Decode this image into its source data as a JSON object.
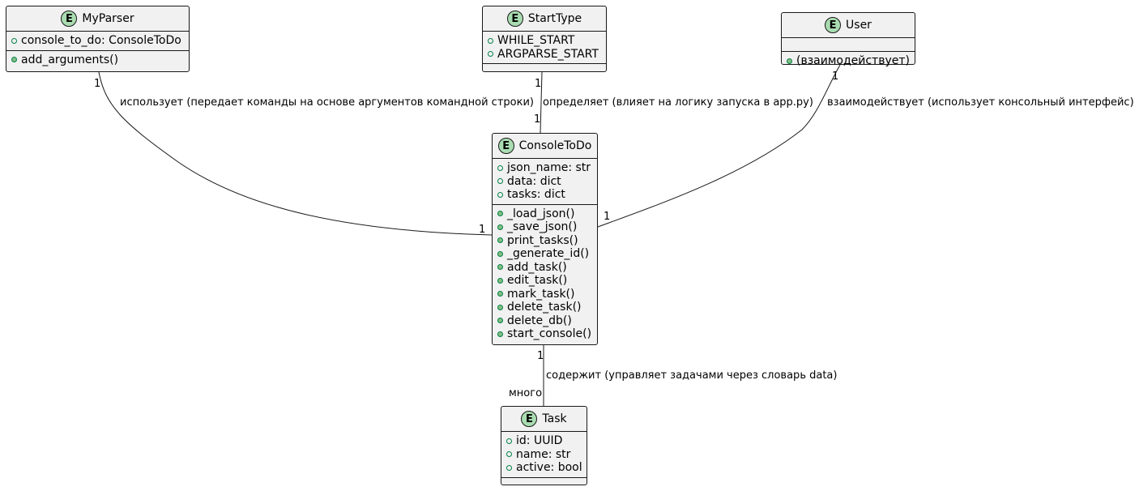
{
  "entities": {
    "myparser": {
      "name": "MyParser",
      "fields": [
        "console_to_do: ConsoleToDo"
      ],
      "methods": [
        "add_arguments()"
      ]
    },
    "starttype": {
      "name": "StartType",
      "fields": [
        "WHILE_START",
        "ARGPARSE_START"
      ],
      "methods": []
    },
    "user": {
      "name": "User",
      "fields": [],
      "methods": [
        "(взаимодействует)"
      ]
    },
    "consoletodo": {
      "name": "ConsoleToDo",
      "fields": [
        "json_name: str",
        "data: dict",
        "tasks: dict"
      ],
      "methods": [
        "_load_json()",
        "_save_json()",
        "print_tasks()",
        "_generate_id()",
        "add_task()",
        "edit_task()",
        "mark_task()",
        "delete_task()",
        "delete_db()",
        "start_console()"
      ]
    },
    "task": {
      "name": "Task",
      "fields": [
        "id: UUID",
        "name: str",
        "active: bool"
      ],
      "methods": []
    }
  },
  "relations": {
    "parser_todo": {
      "label": "использует (передает команды на основе аргументов командной строки)",
      "from_mult": "1",
      "to_mult": "1"
    },
    "start_todo": {
      "label": "определяет (влияет на логику запуска в app.py)",
      "from_mult": "1",
      "to_mult": "1"
    },
    "user_todo": {
      "label": "взаимодействует (использует консольный интерфейс)",
      "from_mult": "1",
      "to_mult": "1"
    },
    "todo_task": {
      "label": "содержит (управляет задачами через словарь data)",
      "from_mult": "1",
      "to_mult": "много"
    }
  },
  "badge_letter": "E",
  "colors": {
    "entity_bg": "#f1f1f1",
    "badge": "#a9dcb0",
    "line": "#181818",
    "visibility": "#84be84"
  }
}
